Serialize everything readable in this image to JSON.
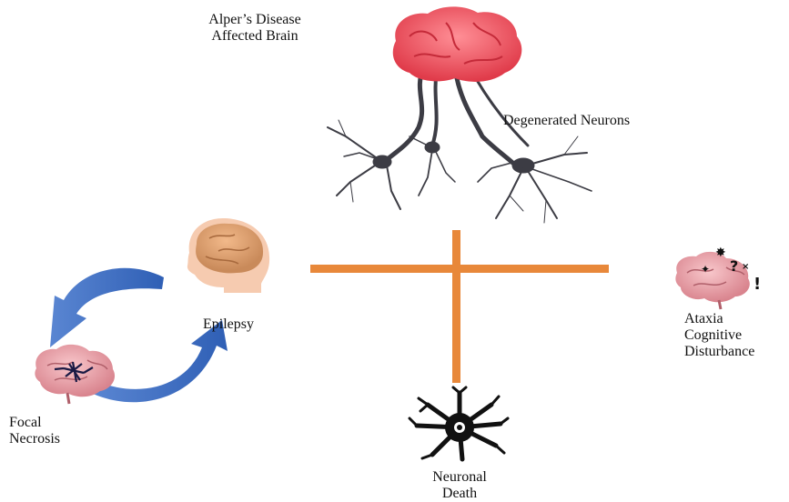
{
  "labels": {
    "brain_title": [
      "Alper’s Disease",
      "Affected Brain"
    ],
    "neurons": "Degenerated Neurons",
    "epilepsy": "Epilepsy",
    "focal": [
      "Focal",
      "Necrosis"
    ],
    "ataxia": [
      "Ataxia",
      "Cognitive",
      "Disturbance"
    ],
    "death": [
      "Neuronal",
      "Death"
    ]
  },
  "icon_glyphs": {
    "dizzy": "✷ ?× !"
  },
  "colors": {
    "cross": "#E8883A",
    "arrow": "#4A76C4",
    "brain_red": "#EE4A57",
    "neuron_gray": "#3c3c44",
    "brain_pink": "#EBA2AA"
  }
}
